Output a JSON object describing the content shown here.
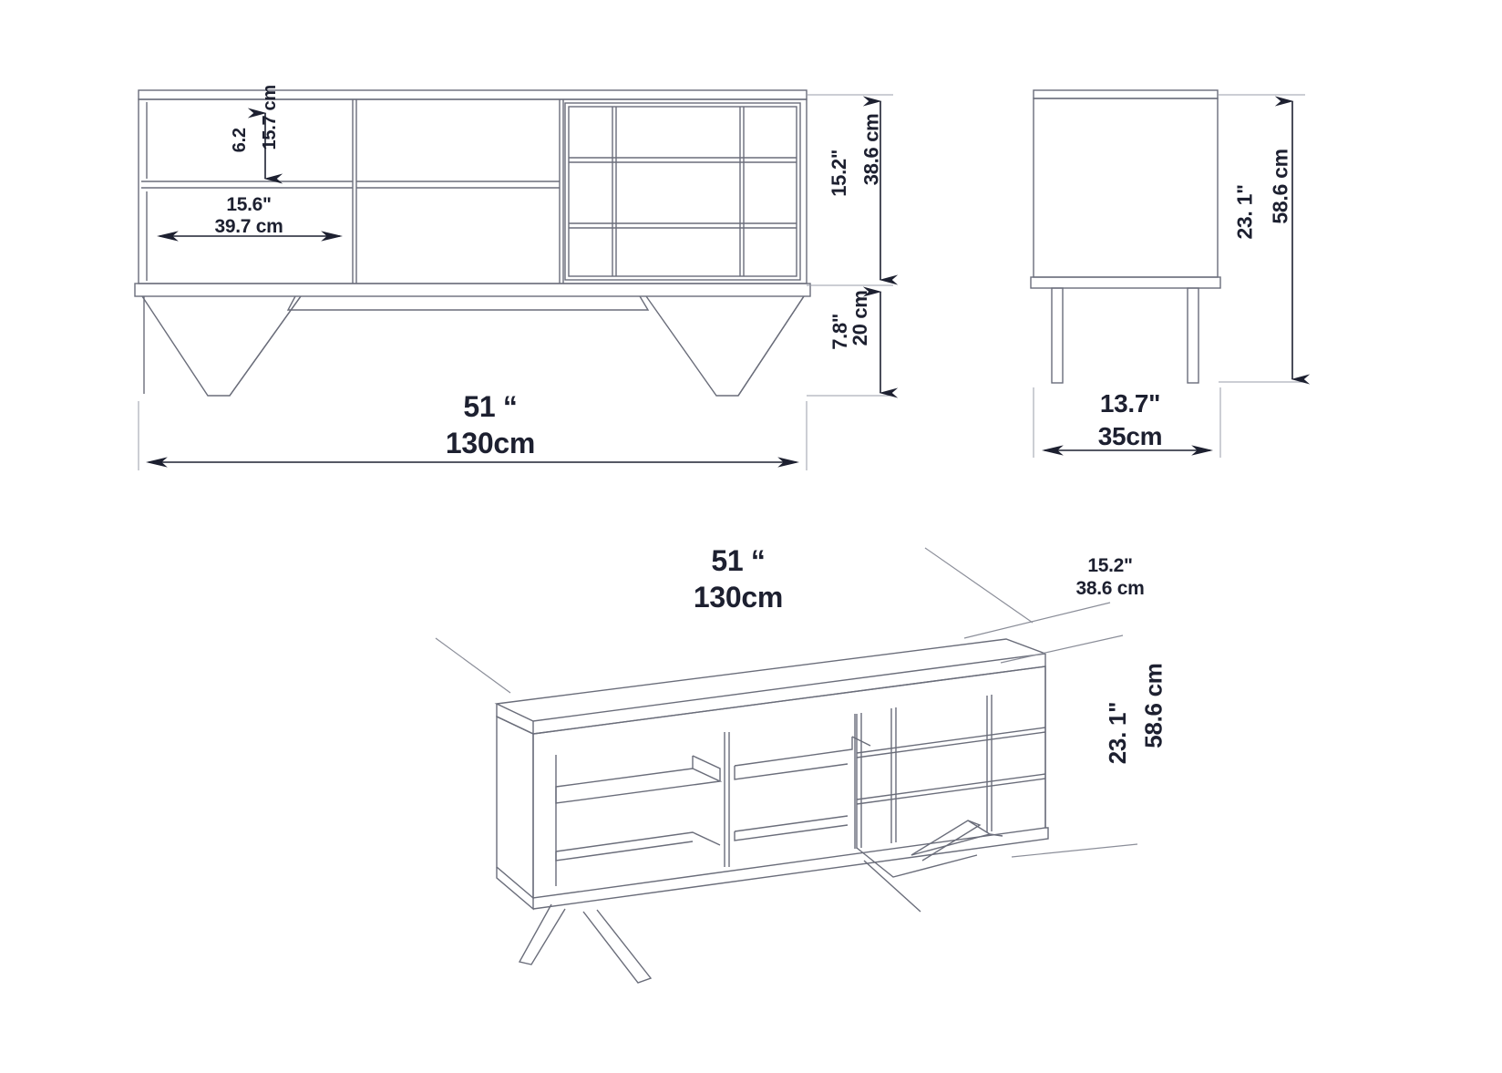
{
  "drawing": {
    "title": "TV Stand Technical Dimension Drawing",
    "background_color": "#ffffff",
    "line_color": "#5a5d6b",
    "dim_line_color": "#1d2030",
    "text_color": "#1d2030"
  },
  "front_view": {
    "name": "front-elevation",
    "dimensions": {
      "shelf_gap_in": "6.2",
      "shelf_gap_cm": "15.7 cm",
      "compartment_width_in": "15.6\"",
      "compartment_width_cm": "39.7 cm",
      "cabinet_height_in": "15.2\"",
      "cabinet_height_cm": "38.6 cm",
      "leg_height_in": "7.8\"",
      "leg_height_cm": "20 cm",
      "total_width_in": "51 “",
      "total_width_cm": "130cm"
    }
  },
  "side_view": {
    "name": "side-elevation",
    "dimensions": {
      "total_height_in": "23. 1\"",
      "total_height_cm": "58.6 cm",
      "depth_in": "13.7\"",
      "depth_cm": "35cm"
    }
  },
  "perspective_view": {
    "name": "isometric-view",
    "dimensions": {
      "width_in": "51 “",
      "width_cm": "130cm",
      "depth_in": "15.2\"",
      "depth_cm": "38.6 cm",
      "height_in": "23. 1\"",
      "height_cm": "58.6 cm"
    }
  }
}
